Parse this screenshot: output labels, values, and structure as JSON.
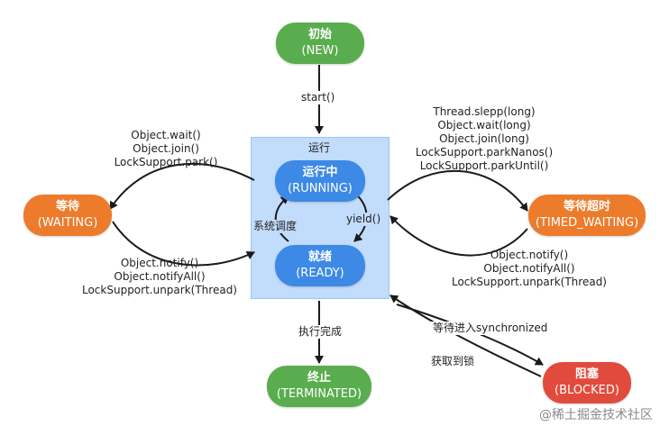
{
  "states": {
    "new": {
      "title": "初始",
      "sub": "(NEW)"
    },
    "running": {
      "title": "运行中",
      "sub": "(RUNNING)"
    },
    "ready": {
      "title": "就绪",
      "sub": "(READY)"
    },
    "waiting": {
      "title": "等待",
      "sub": "(WAITING)"
    },
    "timed_waiting": {
      "title": "等待超时",
      "sub": "(TIMED_WAITING)"
    },
    "blocked": {
      "title": "阻塞",
      "sub": "(BLOCKED)"
    },
    "terminated": {
      "title": "终止",
      "sub": "(TERMINATED)"
    }
  },
  "runnable_group_label": "运行",
  "transitions": {
    "start": "start()",
    "to_waiting": [
      "Object.wait()",
      "Object.join()",
      "LockSupport.park()"
    ],
    "from_waiting": [
      "Object.notify()",
      "Object.notifyAll()",
      "LockSupport.unpark(Thread)"
    ],
    "to_timed_waiting": [
      "Thread.slepp(long)",
      "Object.wait(long)",
      "Object.join(long)",
      "LockSupport.parkNanos()",
      "LockSupport.parkUntil()"
    ],
    "from_timed_waiting": [
      "Object.notify()",
      "Object.notifyAll()",
      "LockSupport.unpark(Thread)"
    ],
    "schedule": "系统调度",
    "yield": "yield()",
    "finish": "执行完成",
    "wait_sync": "等待进入synchronized",
    "acquire_lock": "获取到锁"
  },
  "watermark": "@稀土掘金技术社区",
  "colors": {
    "green": "#5aad4e",
    "orange": "#ec7b2c",
    "red": "#e24b3c",
    "blue": "#3d89e6",
    "runnable_bg": "#c2dcfb"
  }
}
